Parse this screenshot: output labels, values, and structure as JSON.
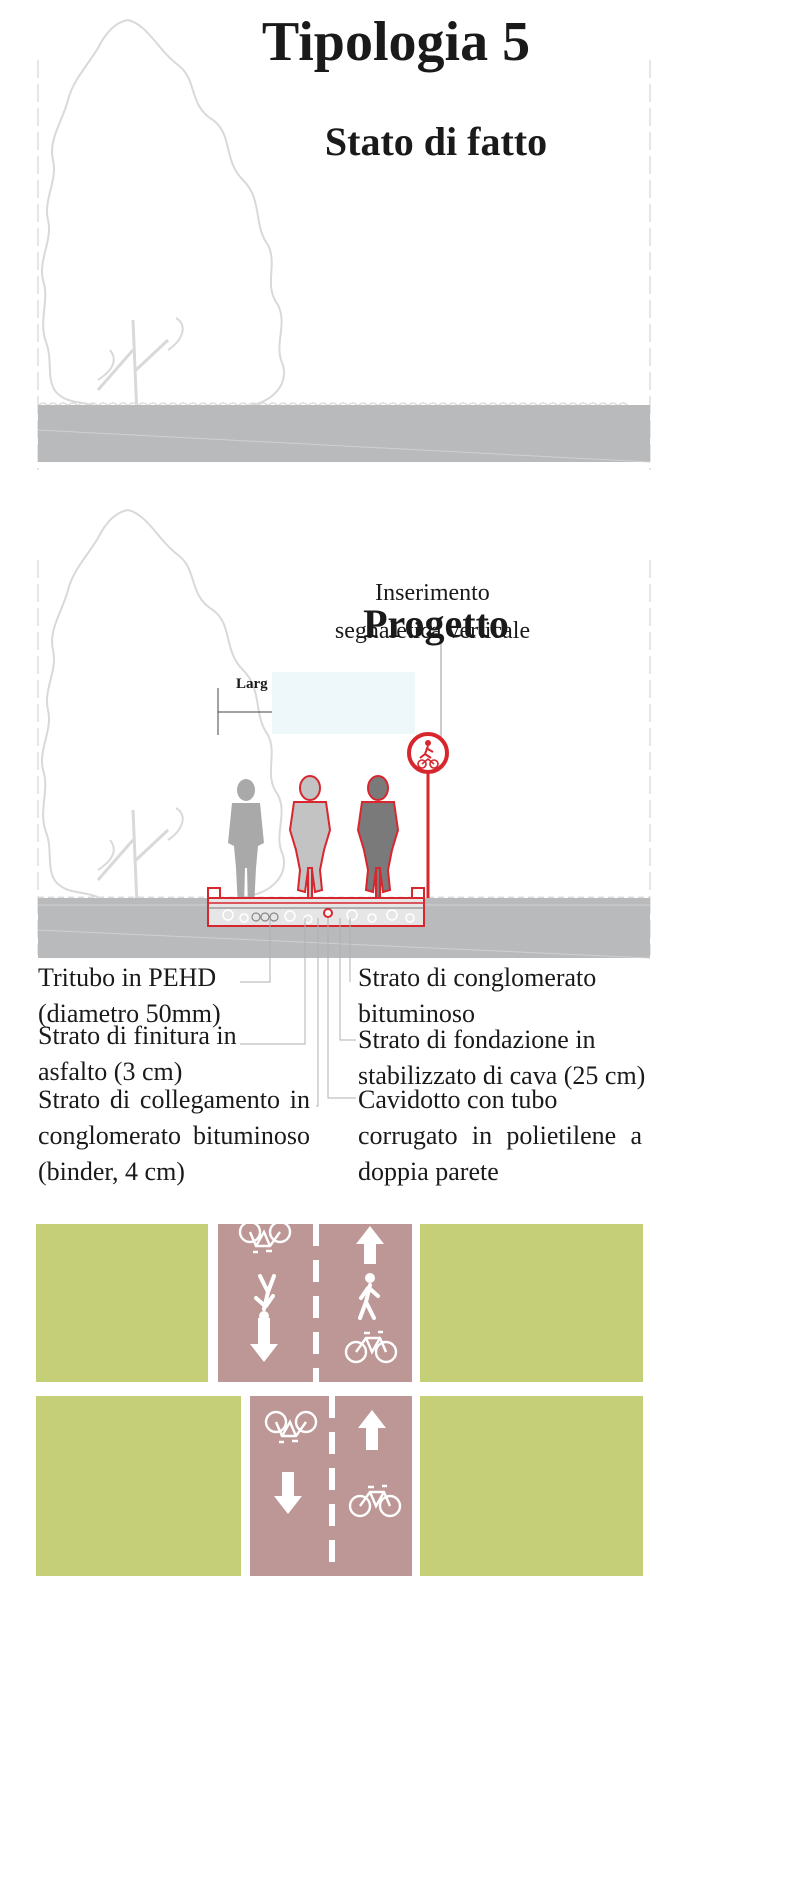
{
  "title": "Tipologia 5",
  "sections": {
    "existing": {
      "title": "Stato di fatto"
    },
    "project": {
      "title": "Progetto"
    }
  },
  "annotations": {
    "signage": [
      "Inserimento",
      "segnaletica verticale"
    ],
    "width_label": "Larg",
    "left": [
      [
        "Tritubo in PEHD",
        "(diametro 50mm)"
      ],
      [
        "Strato di finitura in",
        "asfalto (3 cm)"
      ],
      [
        "Strato di collegamento in",
        "conglomerato bituminoso",
        "(binder, 4 cm)"
      ]
    ],
    "right": [
      [
        "Strato di conglomerato",
        "bituminoso"
      ],
      [
        "Strato di fondazione in",
        "stabilizzato di cava (25 cm)"
      ],
      [
        "Cavidotto con tubo",
        "corrugato in polietilene a",
        "doppia parete"
      ]
    ]
  },
  "colors": {
    "road": "#b9babc",
    "tree_outline": "#d4d4d4",
    "accent_red": "#d7262e",
    "green_verge": "#c4cf78",
    "bike_lane": "#bc9796",
    "pedestrian_gray": "#a9a9a9",
    "cyclist_dark": "#7a7a7a",
    "cyclist_light": "#c3c3c3",
    "width_box": "#eef8fa"
  },
  "icons": [
    "tree-icon",
    "pedestrian-icon",
    "cyclist-icon",
    "shared-path-sign-icon",
    "bicycle-icon",
    "arrow-up-icon",
    "arrow-down-icon"
  ]
}
